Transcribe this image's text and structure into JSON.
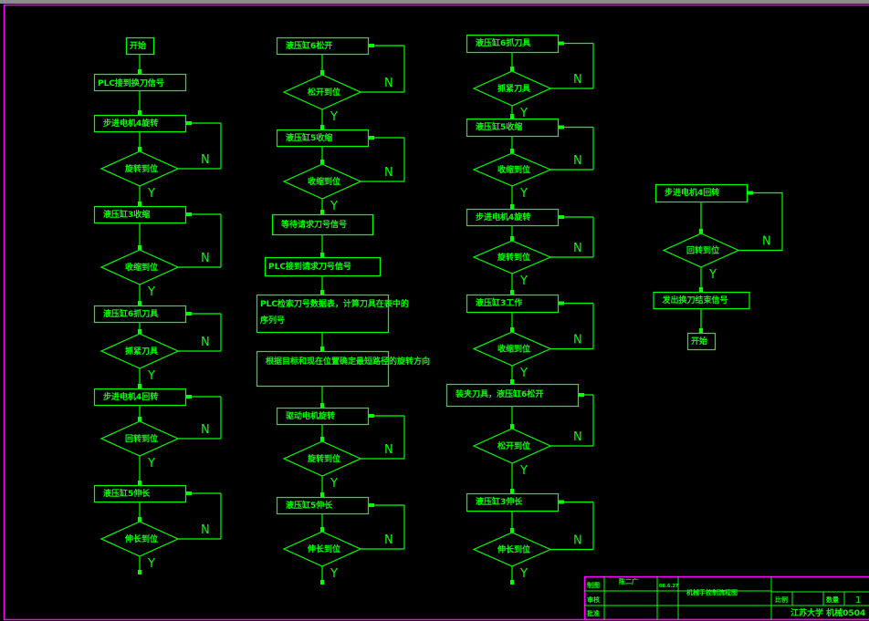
{
  "colors": {
    "background": "#000000",
    "line": "#00ff00",
    "border": "#ff00ff",
    "top_strip": "#8c8c8c"
  },
  "labels": {
    "yes": "Y",
    "no": "N"
  },
  "flows": [
    {
      "id": "col1",
      "nodes": [
        {
          "type": "terminal",
          "text": "开始"
        },
        {
          "type": "process",
          "text": "PLC接到换刀信号"
        },
        {
          "type": "process",
          "text": "步进电机4旋转"
        },
        {
          "type": "decision",
          "text": "旋转到位"
        },
        {
          "type": "process",
          "text": "液压缸3收缩"
        },
        {
          "type": "decision",
          "text": "收缩到位"
        },
        {
          "type": "process",
          "text": "液压缸6抓刀具"
        },
        {
          "type": "decision",
          "text": "抓紧刀具"
        },
        {
          "type": "process",
          "text": "步进电机4回转"
        },
        {
          "type": "decision",
          "text": "回转到位"
        },
        {
          "type": "process",
          "text": "液压缸5伸长"
        },
        {
          "type": "decision",
          "text": "伸长到位"
        }
      ]
    },
    {
      "id": "col2",
      "nodes": [
        {
          "type": "process",
          "text": "液压缸6松开"
        },
        {
          "type": "decision",
          "text": "松开到位"
        },
        {
          "type": "process",
          "text": "液压缸5收缩"
        },
        {
          "type": "decision",
          "text": "收缩到位"
        },
        {
          "type": "process",
          "text": "等待请求刀号信号"
        },
        {
          "type": "process",
          "text": "PLC接到请求刀号信号"
        },
        {
          "type": "process",
          "text": "PLC检索刀号数据表，计算刀具在表中的",
          "text2": "序列号"
        },
        {
          "type": "process",
          "text": "根据目标和现在位置确定最短路径的旋转方向"
        },
        {
          "type": "process",
          "text": "驱动电机旋转"
        },
        {
          "type": "decision",
          "text": "旋转到位"
        },
        {
          "type": "process",
          "text": "液压缸5伸长"
        },
        {
          "type": "decision",
          "text": "伸长到位"
        }
      ]
    },
    {
      "id": "col3",
      "nodes": [
        {
          "type": "process",
          "text": "液压缸6抓刀具"
        },
        {
          "type": "decision",
          "text": "抓紧刀具"
        },
        {
          "type": "process",
          "text": "液压缸5收缩"
        },
        {
          "type": "decision",
          "text": "收缩到位"
        },
        {
          "type": "process",
          "text": "步进电机4旋转"
        },
        {
          "type": "decision",
          "text": "旋转到位"
        },
        {
          "type": "process",
          "text": "液压缸3工作"
        },
        {
          "type": "decision",
          "text": "收缩到位"
        },
        {
          "type": "process",
          "text": "装夹刀具，液压缸6松开"
        },
        {
          "type": "decision",
          "text": "松开到位"
        },
        {
          "type": "process",
          "text": "液压缸3伸长"
        },
        {
          "type": "decision",
          "text": "伸长到位"
        }
      ]
    },
    {
      "id": "col4",
      "nodes": [
        {
          "type": "process",
          "text": "步进电机4回转"
        },
        {
          "type": "decision",
          "text": "回转到位"
        },
        {
          "type": "process",
          "text": "发出换刀结束信号"
        },
        {
          "type": "terminal",
          "text": "开始"
        }
      ]
    }
  ],
  "title_block": {
    "row_labels": [
      "制图",
      "审核",
      "批准"
    ],
    "designer": "陈二广",
    "date": "08.6.27",
    "drawing_title": "机械手控制流程图",
    "scale_label": "比例",
    "quantity_label": "数量",
    "quantity_value": "1",
    "school": "江苏大学 机械0504"
  }
}
